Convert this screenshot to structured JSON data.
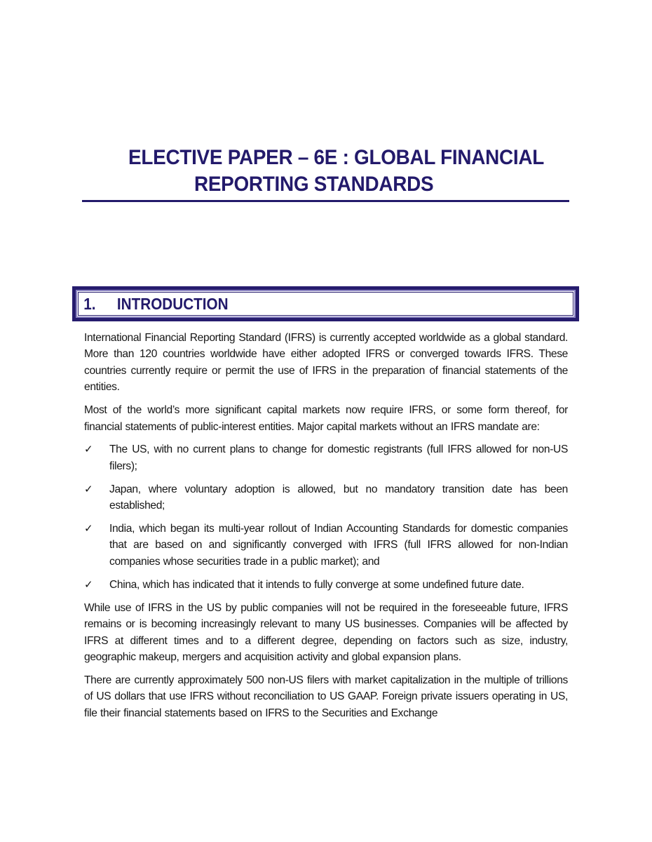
{
  "document": {
    "title_line1": "ELECTIVE PAPER – 6E : GLOBAL FINANCIAL",
    "title_line2": "REPORTING STANDARDS",
    "accent_color": "#231a6b"
  },
  "section": {
    "number": "1.",
    "heading": "INTRODUCTION"
  },
  "paragraphs": {
    "p1": "International Financial Reporting Standard (IFRS) is currently accepted worldwide as a global standard. More than 120 countries worldwide have either adopted IFRS or converged towards IFRS.  These countries currently require or permit the use of IFRS in the preparation of financial statements of the entities.",
    "p2": "Most of the world’s more significant capital markets now require IFRS, or some form thereof, for financial statements of public-interest entities. Major capital markets without an IFRS mandate are:",
    "p3": "While use of IFRS in the US by public companies will not be required in the foreseeable future, IFRS remains or is becoming increasingly relevant to many US businesses. Companies will be affected by IFRS at different times and to a different degree, depending on factors such as size, industry, geographic makeup, mergers and acquisition activity and global expansion plans.",
    "p4": "There are currently approximately 500 non-US filers with market capitalization in the multiple of trillions of US dollars that use IFRS without reconciliation to US GAAP. Foreign private issuers operating in US, file their financial statements based on IFRS to the Securities and Exchange"
  },
  "bullets": {
    "icon": "✓",
    "items": [
      "The US, with no current plans to change for domestic registrants (full IFRS allowed for non-US filers);",
      "Japan, where voluntary adoption is allowed, but no mandatory transition date has been established;",
      "India, which began its multi-year rollout of Indian Accounting Standards for domestic companies that are based on and significantly converged with IFRS (full IFRS allowed for non-Indian companies whose securities trade in a public market); and",
      "China, which has indicated that it intends to fully converge at some undefined future date."
    ]
  }
}
